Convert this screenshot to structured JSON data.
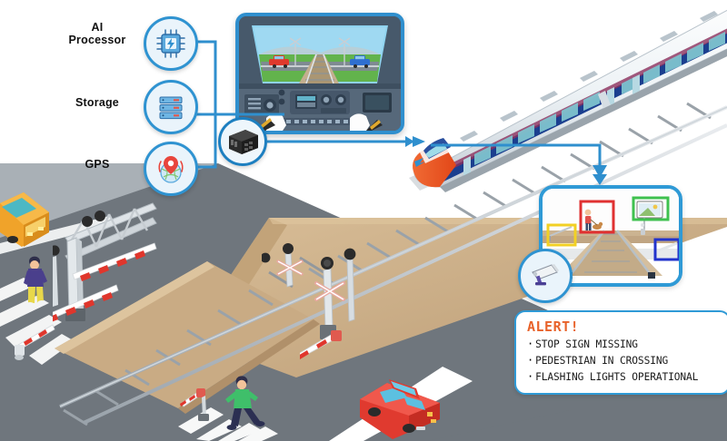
{
  "scene": {
    "title": "Railway level-crossing AI monitoring isometric infographic",
    "background_color": "#ffffff",
    "road_color": "#6f767d",
    "crossing_deck_color": "#c9ab84",
    "accent_color": "#2f8fce",
    "alert_color": "#e8622a"
  },
  "components": [
    {
      "label": "AI\nProcessor",
      "label_line1": "AI",
      "label_line2": "Processor",
      "icon": "cpu-chip-icon",
      "icon_glyph": "▦"
    },
    {
      "label": "Storage",
      "label_line1": "Storage",
      "label_line2": "",
      "icon": "server-stack-icon",
      "icon_glyph": "▤"
    },
    {
      "label": "GPS",
      "label_line1": "GPS",
      "label_line2": "",
      "icon": "gps-globe-pin-icon",
      "icon_glyph": "◉"
    }
  ],
  "edge_device": {
    "name": "edge-computer-icon",
    "label": ""
  },
  "cab_view": {
    "name": "train-cab-view",
    "sky_color": "#87ceeb",
    "grass_color": "#63b54c",
    "dashboard_color": "#56687a",
    "objects": [
      "red-car",
      "blue-car",
      "crossing-signal-left",
      "crossing-signal-right",
      "railway-track",
      "driver-hands"
    ]
  },
  "detection_panel": {
    "name": "camera-detection-view",
    "camera_icon": "cctv-camera-icon",
    "boxes": [
      {
        "color": "#f2d024",
        "label": "barrier-gate-left"
      },
      {
        "color": "#e03131",
        "label": "pedestrian-with-dog"
      },
      {
        "color": "#3fc14f",
        "label": "signage-board"
      },
      {
        "color": "#2233cc",
        "label": "barrier-gate-right"
      }
    ]
  },
  "alert": {
    "title": "ALERT!",
    "items": [
      "STOP SIGN MISSING",
      "PEDESTRIAN IN CROSSING",
      "FLASHING LIGHTS OPERATIONAL"
    ]
  },
  "vehicles": [
    {
      "name": "school-bus",
      "color": "#f0a32a"
    },
    {
      "name": "red-car",
      "color": "#e03a2f"
    }
  ],
  "people": [
    {
      "name": "pedestrian-purple-jacket",
      "top_color": "#4a3f8c",
      "bottom_color": "#e8d84a"
    },
    {
      "name": "pedestrian-green-shirt",
      "top_color": "#3fbf6a",
      "bottom_color": "#2b2f52"
    }
  ],
  "train": {
    "name": "high-speed-train",
    "body_color": "#f2f5f7",
    "nose_color": "#e8502a",
    "stripe_color": "#1b3f8f",
    "window_color": "#7fc3cf"
  },
  "crossing": {
    "gantry": "signal-gantry",
    "signals": [
      "crossbuck-signal-near",
      "crossbuck-signal-far"
    ],
    "barriers": [
      "barrier-arm-1",
      "barrier-arm-2",
      "barrier-arm-3",
      "barrier-arm-4"
    ]
  }
}
